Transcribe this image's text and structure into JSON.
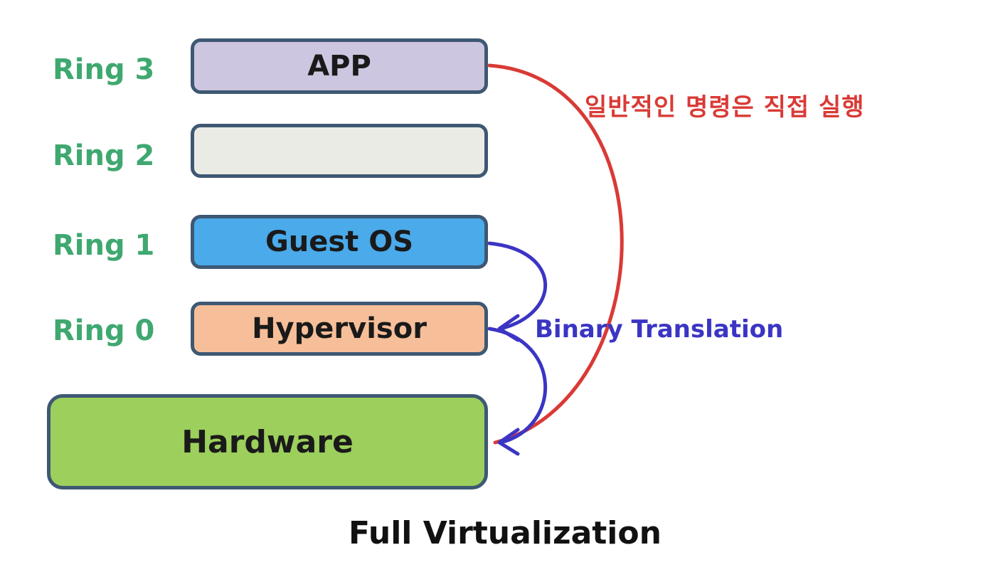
{
  "rings": {
    "ring3": "Ring 3",
    "ring2": "Ring 2",
    "ring1": "Ring 1",
    "ring0": "Ring 0"
  },
  "layers": {
    "app": "APP",
    "ring2": "",
    "guest_os": "Guest OS",
    "hypervisor": "Hypervisor",
    "hardware": "Hardware"
  },
  "annotations": {
    "direct_execution": "일반적인 명령은 직접 실행",
    "binary_translation": "Binary Translation"
  },
  "caption": "Full Virtualization",
  "colors": {
    "ring_label": "#3fa870",
    "app": "#cdc6e0",
    "ring2": "#ebebe5",
    "guest_os": "#4aaaea",
    "hypervisor": "#f6bf99",
    "hardware": "#9ccf5c",
    "box_border": "#3e5873",
    "direct_arrow": "#d93a36",
    "translation_arrow": "#3b35c4"
  }
}
